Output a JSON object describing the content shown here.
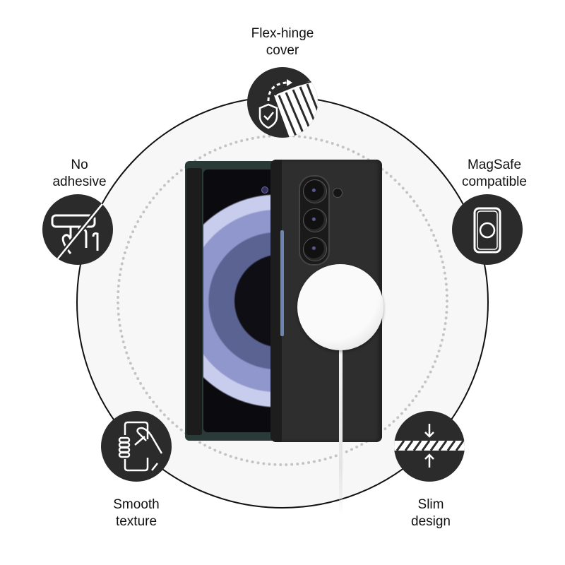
{
  "image": {
    "subject": "Foldable phone case infographic",
    "background_color": "#ffffff",
    "ring_fill_color": "#f7f7f7",
    "ring_stroke_color": "#111111",
    "badge_color": "#2b2b2b",
    "dot_ring_color": "#c4c4c4"
  },
  "features": [
    {
      "id": "flex-hinge",
      "label": "Flex-hinge\ncover",
      "icon": "hinge-shield-icon"
    },
    {
      "id": "no-adhesive",
      "label": "No\nadhesive",
      "icon": "no-adhesive-hand-icon"
    },
    {
      "id": "magsafe",
      "label": "MagSafe\ncompatible",
      "icon": "magsafe-phone-icon"
    },
    {
      "id": "smooth-texture",
      "label": "Smooth\ntexture",
      "icon": "hand-holding-phone-icon"
    },
    {
      "id": "slim-design",
      "label": "Slim\ndesign",
      "icon": "slim-compress-icon"
    }
  ],
  "product": {
    "left_panel_color": "#2a3b37",
    "right_panel_color": "#2e2e2e",
    "side_button_color": "#6c86b4",
    "camera_lenses": 3,
    "charger": "magsafe-charger"
  }
}
